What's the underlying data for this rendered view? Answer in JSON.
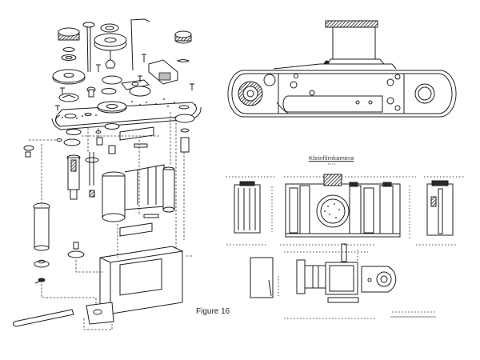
{
  "document": {
    "type": "technical-drawing-page",
    "left_panel": {
      "description": "Exploded view of camera mechanism components",
      "figure_label": "Figure 16"
    },
    "right_panel": {
      "top_view": "Camera top plan view with shutter speed dial, winding knob and rewind knob",
      "plate_title": "Kleinfilmkamera",
      "plate_subtitle": "M 1:1",
      "sections": [
        "left end section",
        "main body section",
        "right end section",
        "lens mount section",
        "baseplate view",
        "rangefinder cam view"
      ]
    },
    "colors": {
      "ink": "#1e1e1e",
      "paper": "#ffffff"
    }
  }
}
